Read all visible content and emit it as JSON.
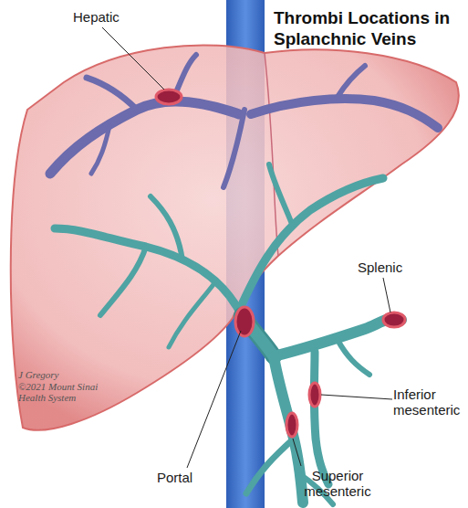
{
  "diagram": {
    "title": "Thrombi Locations in Splanchnic Veins",
    "labels": [
      "Hepatic",
      "Splenic",
      "Portal",
      "Inferior mesenteric",
      "Superior mesenteric",
      "J Gregory",
      "©2021 Mount Sinai Health System"
    ]
  }
}
